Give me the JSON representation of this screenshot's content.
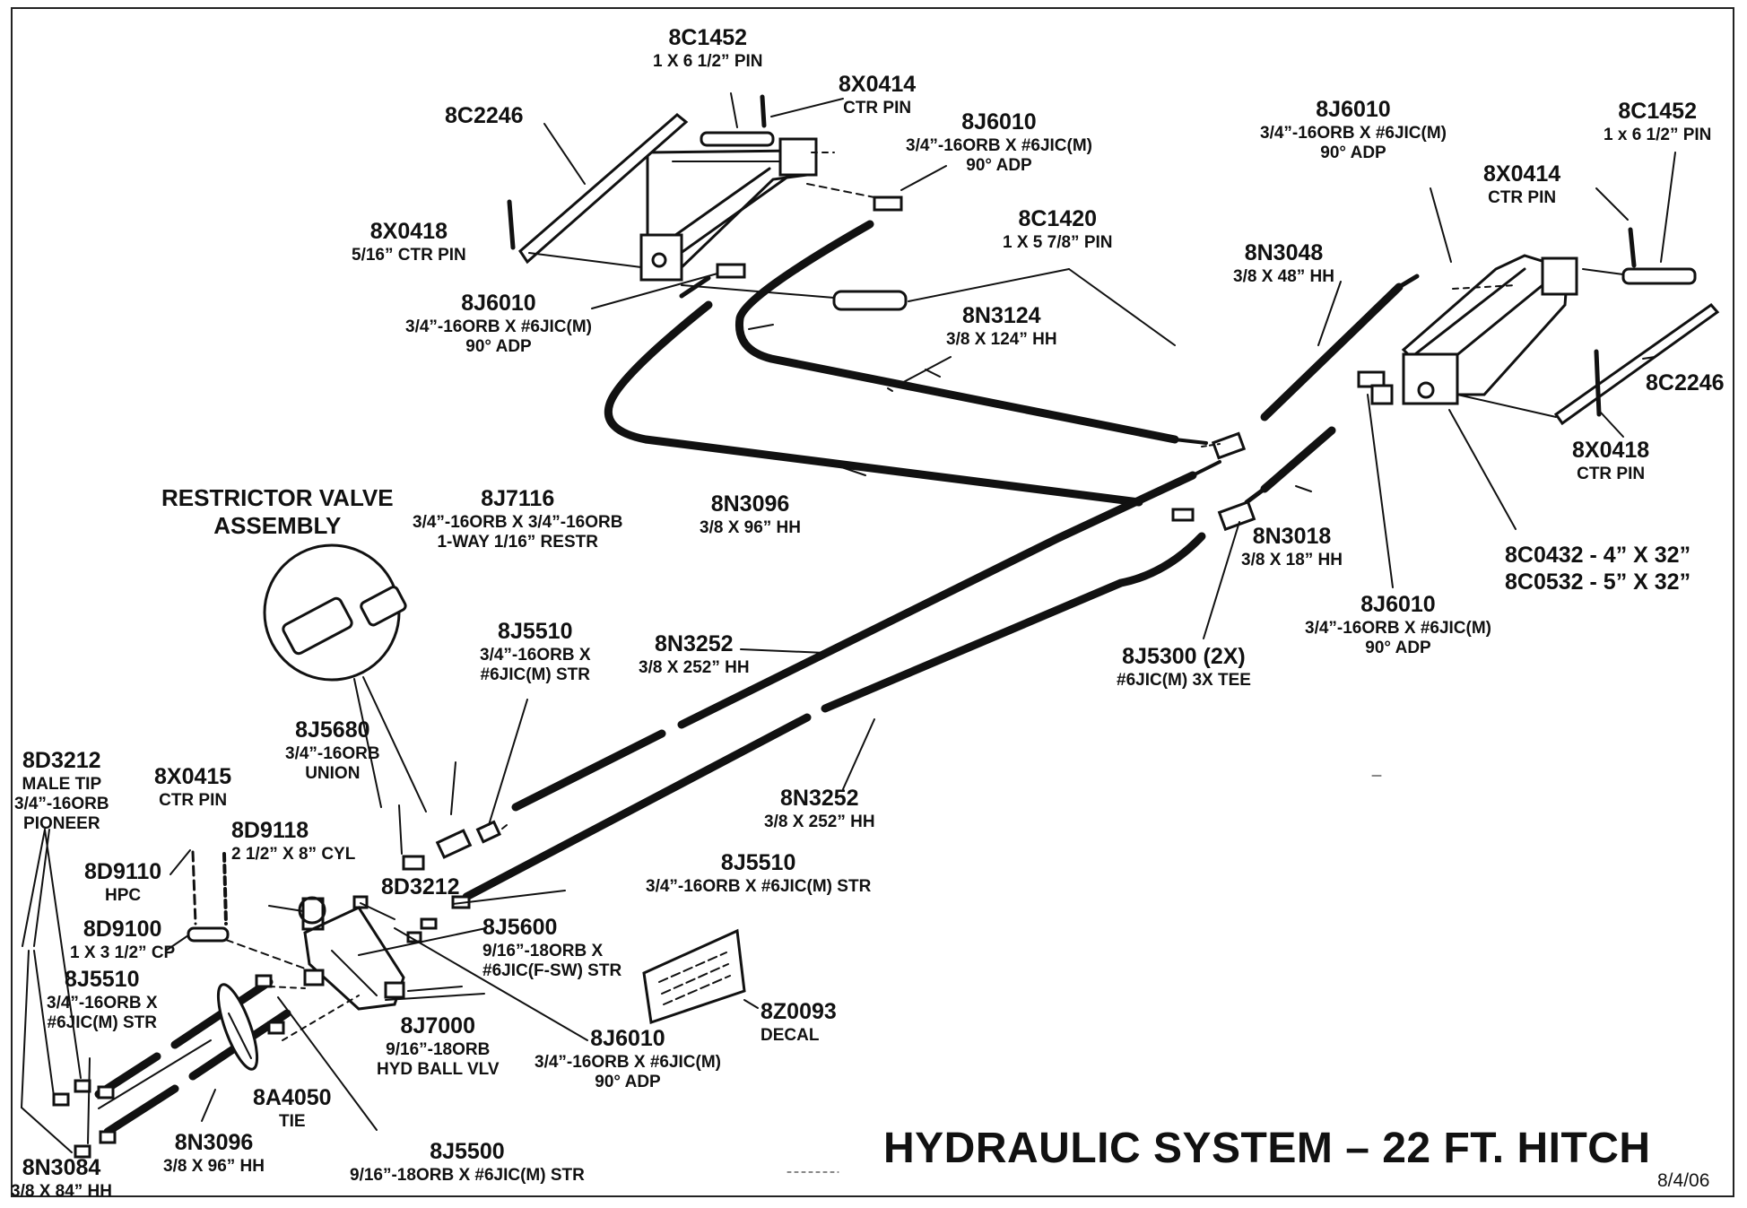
{
  "diagram": {
    "title": "HYDRAULIC SYSTEM – 22 FT. HITCH",
    "date": "8/4/06",
    "inset_label": {
      "line1": "RESTRICTOR VALVE",
      "line2": "ASSEMBLY"
    },
    "callouts": [
      {
        "id": "c1",
        "part": "8C1452",
        "desc": [
          "1 X 6 1/2” PIN"
        ]
      },
      {
        "id": "c2",
        "part": "8X0414",
        "desc": [
          "CTR PIN"
        ]
      },
      {
        "id": "c3",
        "part": "8C2246",
        "desc": []
      },
      {
        "id": "c4",
        "part": "8J6010",
        "desc": [
          "3/4”-16ORB X #6JIC(M)",
          "90° ADP"
        ]
      },
      {
        "id": "c5",
        "part": "8X0418",
        "desc": [
          "5/16” CTR PIN"
        ]
      },
      {
        "id": "c6",
        "part": "8J6010",
        "desc": [
          "3/4”-16ORB X #6JIC(M)",
          "90° ADP"
        ]
      },
      {
        "id": "c7",
        "part": "8C1420",
        "desc": [
          "1 X 5 7/8” PIN"
        ]
      },
      {
        "id": "c8",
        "part": "8N3124",
        "desc": [
          "3/8 X 124” HH"
        ]
      },
      {
        "id": "c9",
        "part": "8J6010",
        "desc": [
          "3/4”-16ORB X #6JIC(M)",
          "90° ADP"
        ]
      },
      {
        "id": "c10",
        "part": "8C1452",
        "desc": [
          "1 x 6 1/2” PIN"
        ]
      },
      {
        "id": "c11",
        "part": "8X0414",
        "desc": [
          "CTR PIN"
        ]
      },
      {
        "id": "c12",
        "part": "8N3048",
        "desc": [
          "3/8 X 48” HH"
        ]
      },
      {
        "id": "c13",
        "part": "8C2246",
        "desc": []
      },
      {
        "id": "c14",
        "part": "8X0418",
        "desc": [
          "CTR PIN"
        ]
      },
      {
        "id": "c15",
        "part": "8N3096",
        "desc": [
          "3/8 X 96” HH"
        ]
      },
      {
        "id": "c16",
        "part": "8J7116",
        "desc": [
          "3/4”-16ORB X 3/4”-16ORB",
          "1-WAY 1/16” RESTR"
        ]
      },
      {
        "id": "c17",
        "part": "8N3018",
        "desc": [
          "3/8 X 18” HH"
        ]
      },
      {
        "id": "c18",
        "part": "8C0432 - 4” X 32”",
        "desc": [
          "8C0532 - 5” X 32”"
        ]
      },
      {
        "id": "c19",
        "part": "8J6010",
        "desc": [
          "3/4”-16ORB X #6JIC(M)",
          "90° ADP"
        ]
      },
      {
        "id": "c20",
        "part": "8J5300 (2X)",
        "desc": [
          "#6JIC(M) 3X TEE"
        ]
      },
      {
        "id": "c21",
        "part": "8J5510",
        "desc": [
          "3/4”-16ORB X",
          "#6JIC(M) STR"
        ]
      },
      {
        "id": "c22",
        "part": "8N3252",
        "desc": [
          "3/8 X 252” HH"
        ]
      },
      {
        "id": "c23",
        "part": "8J5680",
        "desc": [
          "3/4”-16ORB",
          "UNION"
        ]
      },
      {
        "id": "c24",
        "part": "8N3252",
        "desc": [
          "3/8 X 252” HH"
        ]
      },
      {
        "id": "c25",
        "part": "8D3212",
        "desc": [
          "MALE TIP",
          "3/4”-16ORB",
          "PIONEER"
        ]
      },
      {
        "id": "c26",
        "part": "8X0415",
        "desc": [
          "CTR PIN"
        ]
      },
      {
        "id": "c27",
        "part": "8D9118",
        "desc": [
          "2 1/2” X 8” CYL"
        ]
      },
      {
        "id": "c28",
        "part": "8D9110",
        "desc": [
          "HPC"
        ]
      },
      {
        "id": "c29",
        "part": "8D3212",
        "desc": []
      },
      {
        "id": "c30",
        "part": "8J5510",
        "desc": [
          "3/4”-16ORB X #6JIC(M) STR"
        ]
      },
      {
        "id": "c31",
        "part": "8D9100",
        "desc": [
          "1 X 3 1/2” CP"
        ]
      },
      {
        "id": "c32",
        "part": "8J5600",
        "desc": [
          "9/16”-18ORB X",
          "#6JIC(F-SW) STR"
        ]
      },
      {
        "id": "c33",
        "part": "8J5510",
        "desc": [
          "3/4”-16ORB X",
          "#6JIC(M) STR"
        ]
      },
      {
        "id": "c34",
        "part": "8Z0093",
        "desc": [
          "DECAL"
        ]
      },
      {
        "id": "c35",
        "part": "8J7000",
        "desc": [
          "9/16”-18ORB",
          "HYD BALL VLV"
        ]
      },
      {
        "id": "c36",
        "part": "8J6010",
        "desc": [
          "3/4”-16ORB X #6JIC(M)",
          "90° ADP"
        ]
      },
      {
        "id": "c37",
        "part": "8A4050",
        "desc": [
          "TIE"
        ]
      },
      {
        "id": "c38",
        "part": "8N3096",
        "desc": [
          "3/8 X 96” HH"
        ]
      },
      {
        "id": "c39",
        "part": "8J5500",
        "desc": [
          "9/16”-18ORB X #6JIC(M) STR"
        ]
      },
      {
        "id": "c40",
        "part": "8N3084",
        "desc": [
          "3/8 X 84” HH"
        ]
      }
    ]
  }
}
